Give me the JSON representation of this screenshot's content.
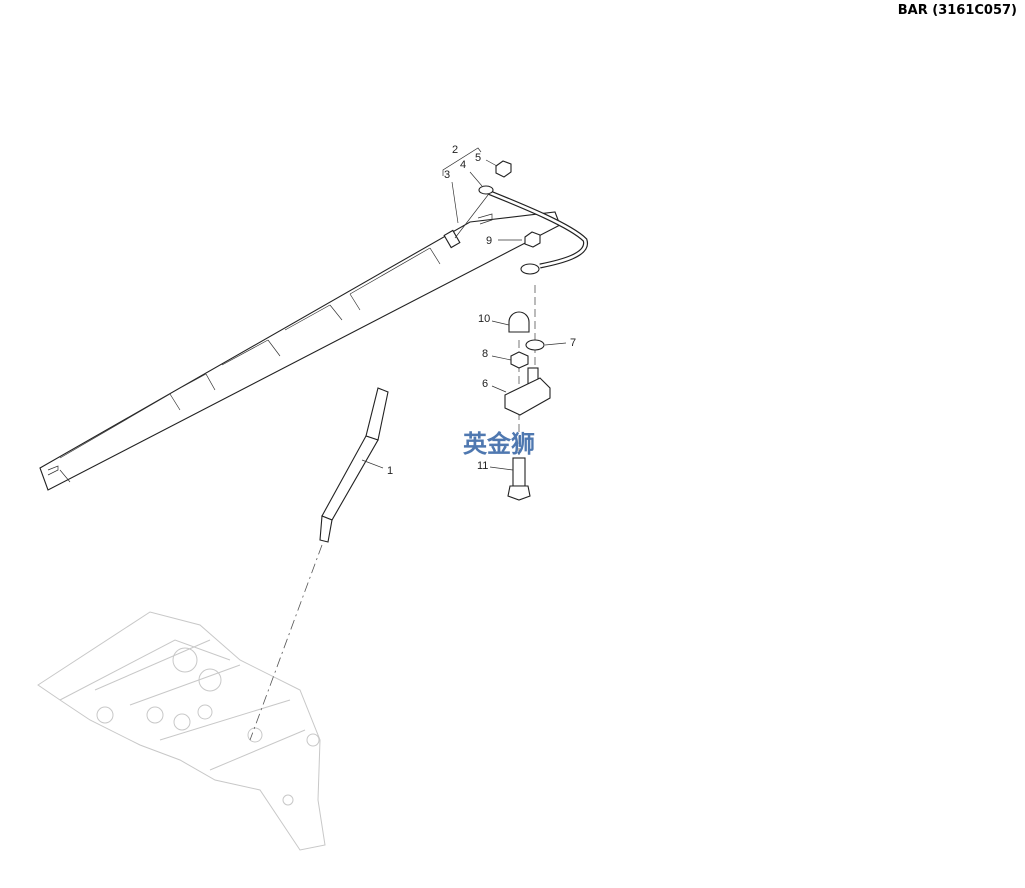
{
  "header": {
    "title": "BAR (3161C057)"
  },
  "callouts": [
    "1",
    "2",
    "3",
    "4",
    "5",
    "6",
    "7",
    "8",
    "9",
    "10",
    "11"
  ],
  "watermark": "英金狮"
}
